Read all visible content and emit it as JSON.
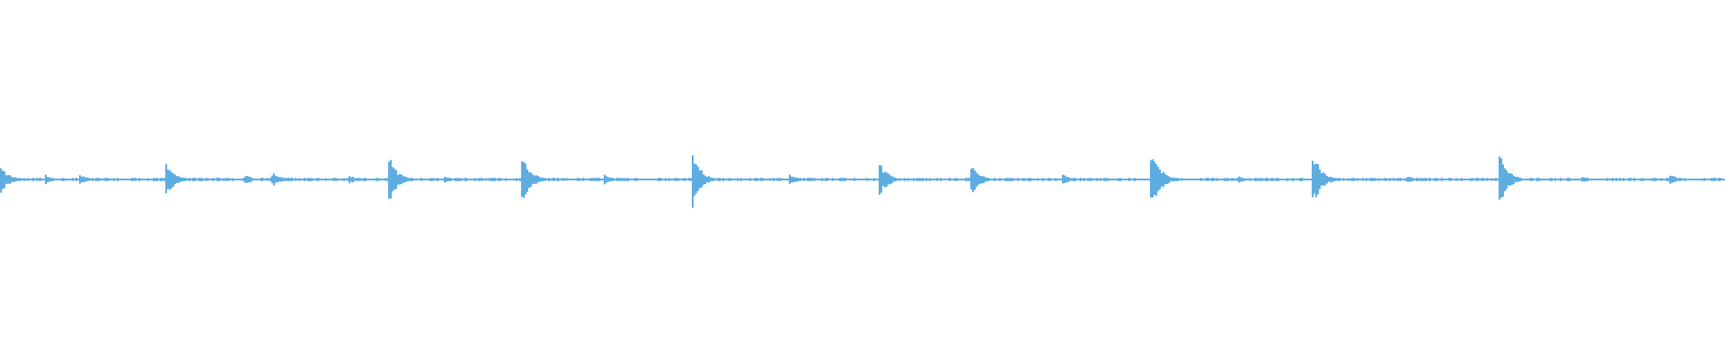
{
  "chart_data": {
    "type": "waveform",
    "title": "",
    "xlabel": "",
    "ylabel": "",
    "ylim": [
      -1,
      1
    ],
    "x_range": [
      0,
      1
    ],
    "grid": false,
    "color": "#5dade2",
    "noise_floor": 0.008,
    "transients": [
      {
        "t": 0.0,
        "peak": 0.09
      },
      {
        "t": 0.026,
        "peak": 0.03
      },
      {
        "t": 0.046,
        "peak": 0.03
      },
      {
        "t": 0.096,
        "peak": 0.11
      },
      {
        "t": 0.142,
        "peak": 0.03
      },
      {
        "t": 0.158,
        "peak": 0.04
      },
      {
        "t": 0.202,
        "peak": 0.03
      },
      {
        "t": 0.225,
        "peak": 0.15
      },
      {
        "t": 0.258,
        "peak": 0.02
      },
      {
        "t": 0.302,
        "peak": 0.15
      },
      {
        "t": 0.35,
        "peak": 0.03
      },
      {
        "t": 0.401,
        "peak": 0.17
      },
      {
        "t": 0.458,
        "peak": 0.03
      },
      {
        "t": 0.51,
        "peak": 0.1
      },
      {
        "t": 0.563,
        "peak": 0.09
      },
      {
        "t": 0.616,
        "peak": 0.03
      },
      {
        "t": 0.667,
        "peak": 0.19
      },
      {
        "t": 0.718,
        "peak": 0.02
      },
      {
        "t": 0.761,
        "peak": 0.16
      },
      {
        "t": 0.816,
        "peak": 0.02
      },
      {
        "t": 0.869,
        "peak": 0.17
      },
      {
        "t": 0.917,
        "peak": 0.02
      },
      {
        "t": 0.968,
        "peak": 0.03
      }
    ]
  }
}
